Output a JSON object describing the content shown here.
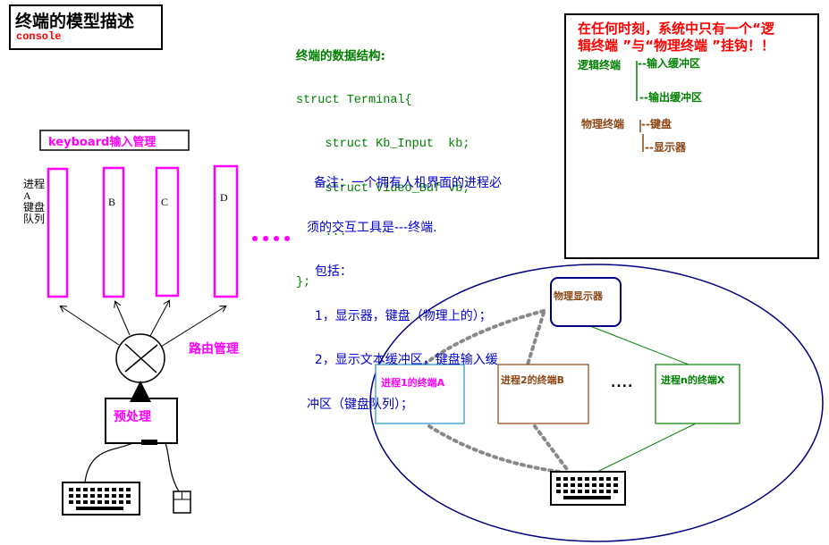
{
  "title": {
    "main": "终端的模型描述",
    "sub": "console"
  },
  "code": {
    "lines": [
      "终端的数据结构:",
      "struct Terminal{",
      "    struct Kb_Input  kb;",
      "    struct Video_Buf vb;",
      "    ...",
      "};"
    ]
  },
  "note": {
    "lines": [
      "备注：一个拥有人机界面的进程必",
      "须的交互工具是---终端.",
      "  包括：",
      "  1，显示器，键盘（物理上的）；",
      "  2，显示文本缓冲区，键盘输入缓",
      "冲区（键盘队列）；"
    ]
  },
  "box_right": {
    "headline_1": "在任何时刻，系统中只有一个“逻",
    "headline_2": "辑终端 ”与“物理终端 ”挂钩！！",
    "logical": "逻辑终端",
    "input_buffer": "--输入缓冲区",
    "output_buffer": "--输出缓冲区",
    "physical": "物理终端",
    "keyboard": "--键盘",
    "display": "--显示器"
  },
  "left": {
    "keyboard_header": "keyboard输入管理",
    "queue_labels": [
      "进程",
      "A",
      "键盘",
      "队列"
    ],
    "queue_b": "B",
    "queue_c": "C",
    "queue_d": "D",
    "router_label": "路由管理",
    "preprocess_label": "预处理"
  },
  "ellipse": {
    "physical_display": "物理显示器",
    "terminal_a": "进程1的终端A",
    "terminal_b": "进程2的终端B",
    "terminal_x": "进程n的终端X",
    "dots": "...."
  },
  "colors": {
    "magenta": "#ff00ff",
    "green": "#008000",
    "blue": "#0000cc",
    "red": "#ff0000",
    "brown": "#8b4513",
    "dark_blue": "#000080",
    "grey_dots": "#888888"
  }
}
